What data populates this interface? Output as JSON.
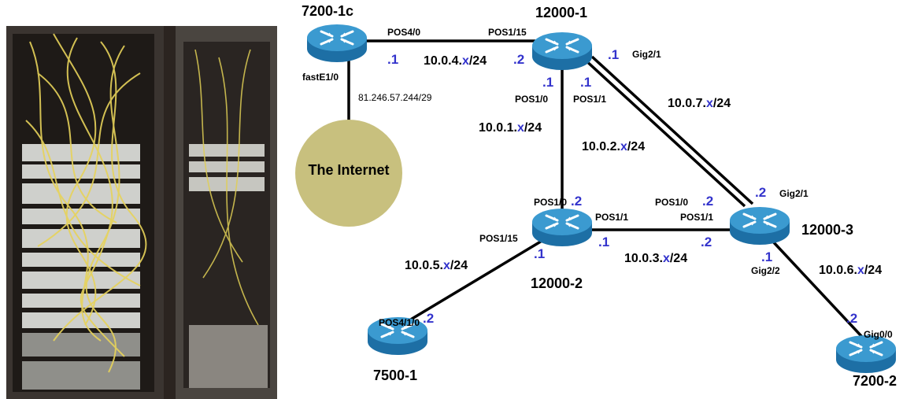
{
  "cloud": {
    "label": "The Internet"
  },
  "routers": [
    {
      "id": "7200-1c",
      "name": "7200-1c"
    },
    {
      "id": "12000-1",
      "name": "12000-1"
    },
    {
      "id": "12000-2",
      "name": "12000-2"
    },
    {
      "id": "12000-3",
      "name": "12000-3"
    },
    {
      "id": "7500-1",
      "name": "7500-1"
    },
    {
      "id": "7200-2",
      "name": "7200-2"
    }
  ],
  "interfaces": {
    "r7200_1c_pos": "POS4/0",
    "r7200_1c_fast": "fastE1/0",
    "r12000_1_pos115": "POS1/15",
    "r12000_1_pos10": "POS1/0",
    "r12000_1_pos11": "POS1/1",
    "r12000_1_gig21": "Gig2/1",
    "r12000_2_pos10": "POS1/0",
    "r12000_2_pos11": "POS1/1",
    "r12000_2_pos115": "POS1/15",
    "r12000_3_pos10": "POS1/0",
    "r12000_3_pos11": "POS1/1",
    "r12000_3_gig21": "Gig2/1",
    "r12000_3_gig22": "Gig2/2",
    "r7500_pos": "POS4/1/0",
    "r7200_2_gig": "Gig0/0"
  },
  "host_ids": {
    "a1": ".1",
    "a2": ".2",
    "b1": ".1",
    "b2": ".2",
    "c1": ".1",
    "c2": ".2",
    "d1": ".1",
    "d2": ".2",
    "e1": ".1",
    "e2": ".2",
    "f1": ".1",
    "f2": ".2",
    "g1": ".1",
    "g2": ".2"
  },
  "subnets": {
    "s4": {
      "prefix": "10.0.4.",
      "var": "x",
      "suffix": "/24"
    },
    "s1": {
      "prefix": "10.0.1.",
      "var": "x",
      "suffix": "/24"
    },
    "s2": {
      "prefix": "10.0.2.",
      "var": "x",
      "suffix": "/24"
    },
    "s7": {
      "prefix": "10.0.7.",
      "var": "x",
      "suffix": "/24"
    },
    "s3": {
      "prefix": "10.0.3.",
      "var": "x",
      "suffix": "/24"
    },
    "s5": {
      "prefix": "10.0.5.",
      "var": "x",
      "suffix": "/24"
    },
    "s6": {
      "prefix": "10.0.6.",
      "var": "x",
      "suffix": "/24"
    },
    "internet": "81.246.57.244/29"
  },
  "colors": {
    "router_top": "#3b9ad0",
    "router_side": "#1d6fa5",
    "cloud": "#c8c07e",
    "host_id": "#3333cc"
  }
}
